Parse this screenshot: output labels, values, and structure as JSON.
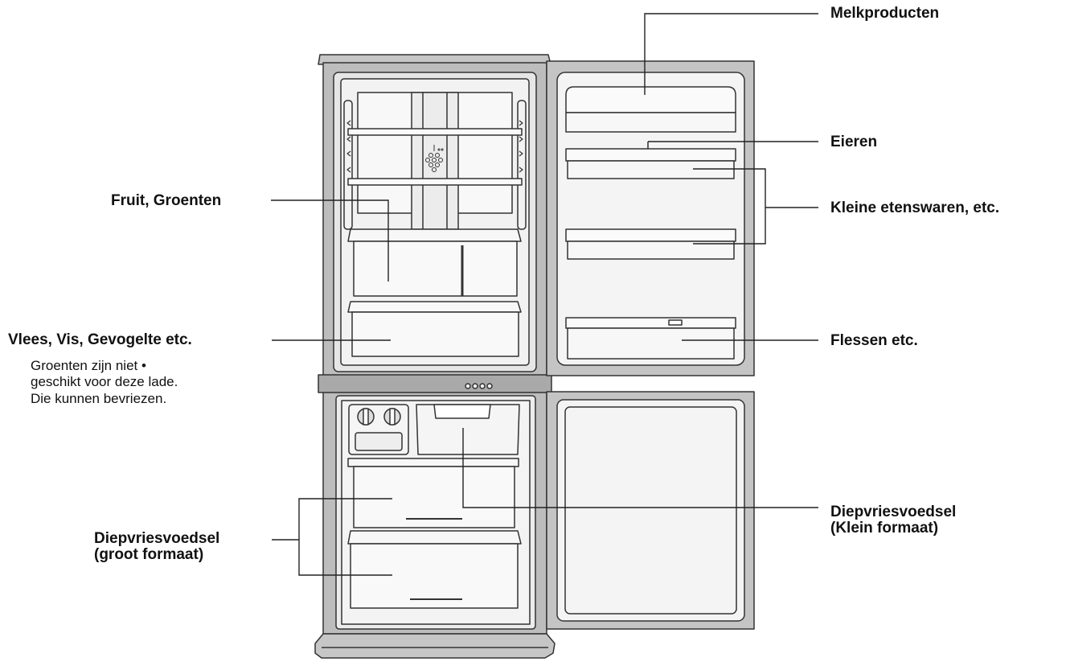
{
  "labels": {
    "melkproducten": "Melkproducten",
    "eieren": "Eieren",
    "kleine_etenswaren": "Kleine etenswaren, etc.",
    "flessen": "Flessen etc.",
    "fruit_groenten": "Fruit, Groenten",
    "vlees_vis": "Vlees, Vis, Gevogelte etc.",
    "diepvries_groot_line1": "Diepvriesvoedsel",
    "diepvries_groot_line2": "(groot formaat)",
    "diepvries_klein_line1": "Diepvriesvoedsel",
    "diepvries_klein_line2": "(Klein formaat)"
  },
  "note": {
    "line1": "Groenten zijn niet •",
    "line2": "geschikt voor deze lade.",
    "line3": "Die kunnen bevriezen."
  },
  "colors": {
    "stroke": "#333333",
    "body_fill": "#bdbdbd",
    "interior_fill": "#f1f1f1",
    "door_fill": "#c4c4c4",
    "door_inner_fill": "#f4f4f4",
    "text": "#111111"
  }
}
